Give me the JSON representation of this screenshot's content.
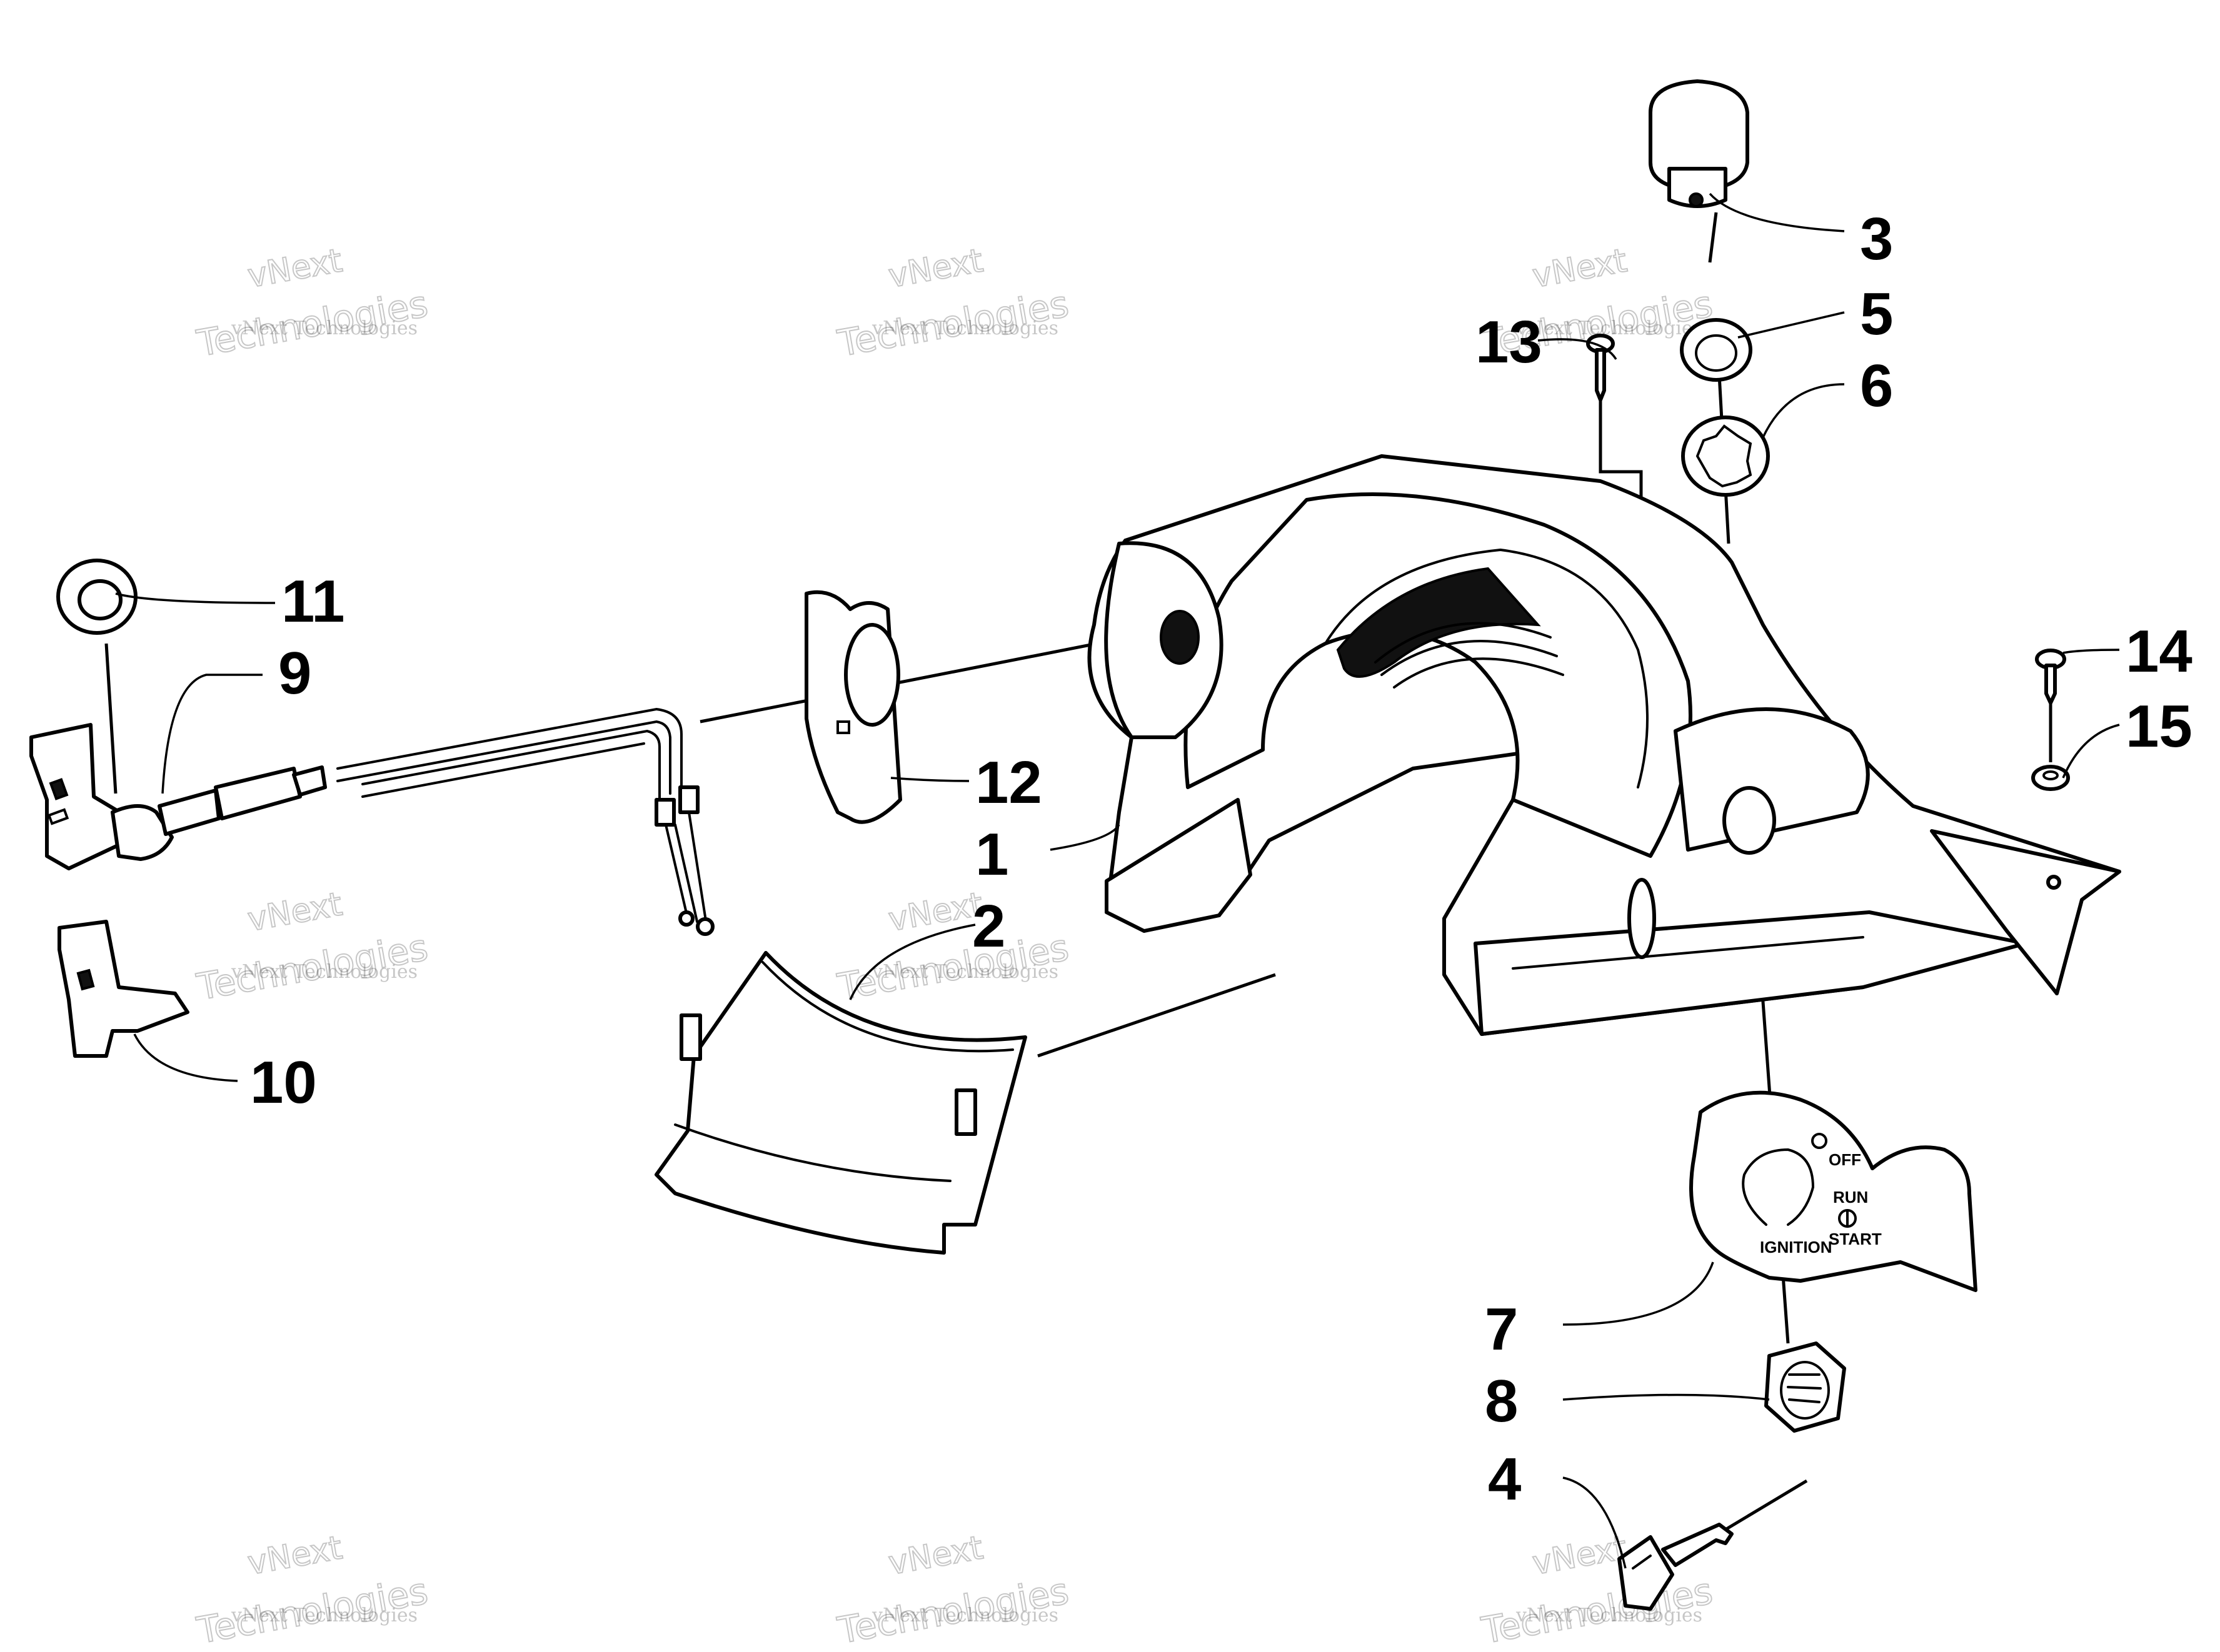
{
  "callouts": [
    {
      "id": "1",
      "label": "1"
    },
    {
      "id": "2",
      "label": "2"
    },
    {
      "id": "3",
      "label": "3"
    },
    {
      "id": "4",
      "label": "4"
    },
    {
      "id": "5",
      "label": "5"
    },
    {
      "id": "6",
      "label": "6"
    },
    {
      "id": "7",
      "label": "7"
    },
    {
      "id": "8",
      "label": "8"
    },
    {
      "id": "9",
      "label": "9"
    },
    {
      "id": "10",
      "label": "10"
    },
    {
      "id": "11",
      "label": "11"
    },
    {
      "id": "12",
      "label": "12"
    },
    {
      "id": "13",
      "label": "13"
    },
    {
      "id": "14",
      "label": "14"
    },
    {
      "id": "15",
      "label": "15"
    }
  ],
  "ignition_plate": {
    "off": "OFF",
    "run": "RUN",
    "start": "START",
    "ignition": "IGNITION"
  },
  "watermark": {
    "brand": "vNext",
    "company": "vNext Technologies",
    "word": "Technologies"
  }
}
